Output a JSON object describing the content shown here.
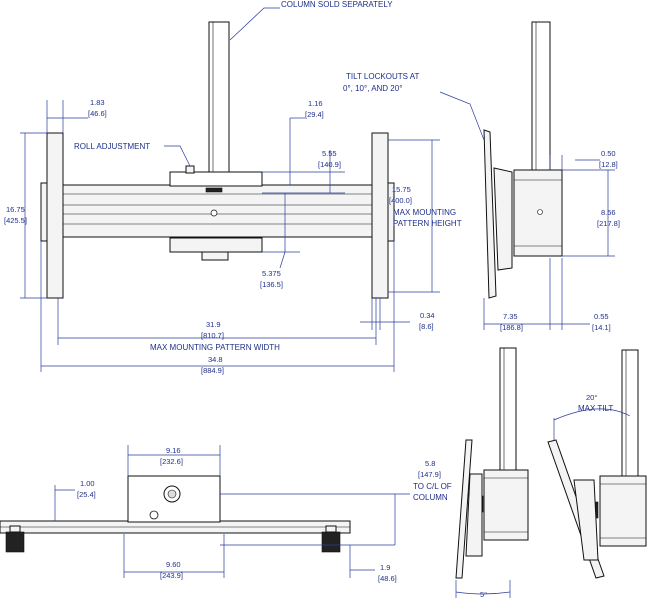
{
  "labels": {
    "column_sold_separately": "COLUMN SOLD SEPARATELY",
    "roll_adjustment": "ROLL ADJUSTMENT",
    "tilt_lockouts_1": "TILT LOCKOUTS AT",
    "tilt_lockouts_2": "0°, 10°, AND 20°",
    "max_pattern_height_1": "MAX MOUNTING",
    "max_pattern_height_2": "PATTERN HEIGHT",
    "max_pattern_width": "MAX MOUNTING PATTERN WIDTH",
    "to_cl_1": "TO C/L OF",
    "to_cl_2": "COLUMN",
    "max_tilt": "MAX TILT"
  },
  "dims": {
    "d183": {
      "in": "1.83",
      "mm": "[46.6]"
    },
    "d116": {
      "in": "1.16",
      "mm": "[29.4]"
    },
    "d1675": {
      "in": "16.75",
      "mm": "[425.5]"
    },
    "d555": {
      "in": "5.55",
      "mm": "[140.9]"
    },
    "d1575": {
      "in": "15.75",
      "mm": "[400.0]"
    },
    "d5375": {
      "in": "5.375",
      "mm": "[136.5]"
    },
    "d034": {
      "in": "0.34",
      "mm": "[8.6]"
    },
    "d319": {
      "in": "31.9",
      "mm": "[810.7]"
    },
    "d348": {
      "in": "34.8",
      "mm": "[884.9]"
    },
    "d050": {
      "in": "0.50",
      "mm": "[12.8]"
    },
    "d858": {
      "in": "8.56",
      "mm": "[217.8]"
    },
    "d735": {
      "in": "7.35",
      "mm": "[186.8]"
    },
    "d055": {
      "in": "0.55",
      "mm": "[14.1]"
    },
    "d916": {
      "in": "9.16",
      "mm": "[232.6]"
    },
    "d100": {
      "in": "1.00",
      "mm": "[25.4]"
    },
    "d960": {
      "in": "9.60",
      "mm": "[243.9]"
    },
    "d58": {
      "in": "5.8",
      "mm": "[147.9]"
    },
    "d19": {
      "in": "1.9",
      "mm": "[48.6]"
    },
    "tilt5": {
      "in": "5°"
    },
    "tilt20": {
      "in": "20°"
    }
  }
}
